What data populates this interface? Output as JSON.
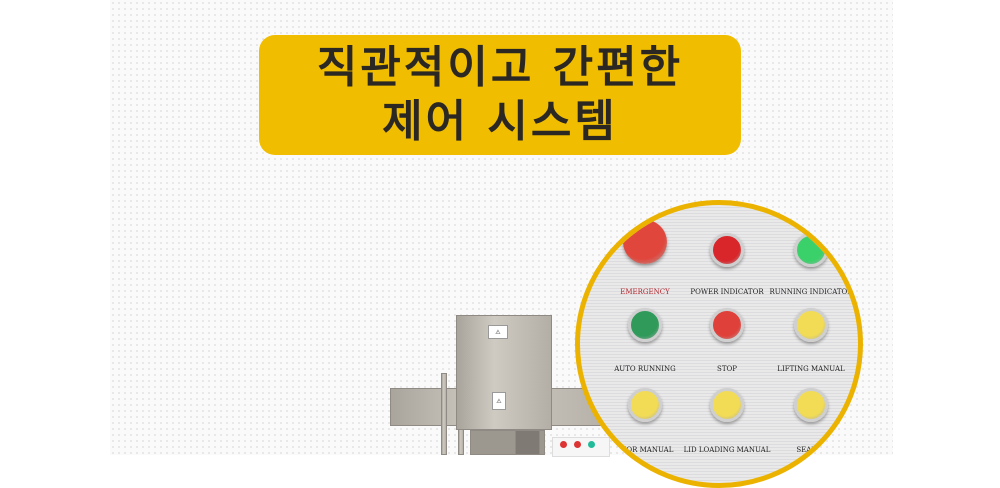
{
  "headline": {
    "line1": "직관적이고 간편한",
    "line2": "제어 시스템"
  },
  "colors": {
    "banner": "#f1bd00",
    "ring": "#ebb300",
    "text": "#2b2722"
  },
  "panel": {
    "buttons": [
      {
        "label": "EMERGENCY",
        "color": "#e0463c",
        "label_color": "#b3242a"
      },
      {
        "label": "POWER INDICATOR",
        "color": "#d8262b"
      },
      {
        "label": "RUNNING INDICATOR",
        "color": "#3bd16a"
      },
      {
        "label": "AUTO RUNNING",
        "color": "#2f9a5a"
      },
      {
        "label": "STOP",
        "color": "#e0403a"
      },
      {
        "label": "LIFTING MANUAL",
        "color": "#f2dc55"
      },
      {
        "label": "…IOR MANUAL",
        "color": "#f2dc55"
      },
      {
        "label": "LID LOADING MANUAL",
        "color": "#f2dc55"
      },
      {
        "label": "SEALI…",
        "color": "#f2dc55"
      }
    ]
  }
}
